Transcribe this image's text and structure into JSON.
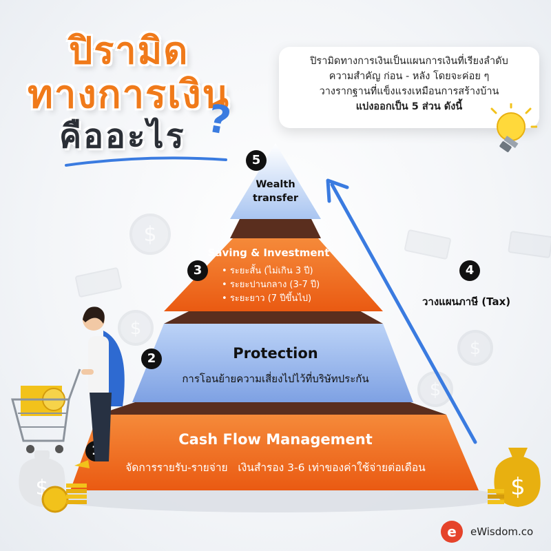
{
  "title": {
    "line1": "ปิรามิด",
    "line2": "ทางการเงิน",
    "line3": "คืออะไร",
    "question_mark": "?"
  },
  "info_box": {
    "line1": "ปิรามิดทางการเงินเป็นแผนการเงินที่เรียงลำดับ",
    "line2": "ความสำคัญ ก่อน - หลัง โดยจะค่อย ๆ",
    "line3": "วางรากฐานที่แข็งแรงเหมือนการสร้างบ้าน",
    "line4": "แบ่งออกเป็น 5 ส่วน ดังนี้"
  },
  "levels": {
    "l1": {
      "number": "1",
      "title": "Cash Flow Management",
      "subtitle": "จัดการรายรับ-รายจ่าย   เงินสำรอง 3-6 เท่าของค่าใช้จ่ายต่อเดือน"
    },
    "l2": {
      "number": "2",
      "title": "Protection",
      "subtitle": "การโอนย้ายความเสี่ยงไปไว้ที่บริษัทประกัน"
    },
    "l3": {
      "number": "3",
      "title": "Saving & Investment",
      "items": [
        "ระยะสั้น (ไม่เกิน 3 ปี)",
        "ระยะปานกลาง (3-7 ปี)",
        "ระยะยาว (7 ปีขึ้นไป)"
      ]
    },
    "l4": {
      "number": "4",
      "label": "วางแผนภาษี (Tax)"
    },
    "l5": {
      "number": "5",
      "title_line1": "Wealth",
      "title_line2": "transfer"
    }
  },
  "bullet": "•",
  "money_symbol": "$",
  "brand": {
    "name": "eWisdom.co",
    "logo_letter": "e"
  },
  "colors": {
    "orange": "#f07a1a",
    "orange_dark": "#c24a12",
    "blue_level": "#8fb0ea",
    "blue_arrow": "#3a7be0",
    "brown_shadow": "#5a2e1e",
    "gold": "#f2c21b"
  },
  "icons": [
    "lightbulb-icon",
    "dollar-coin-icon",
    "banknote-icon",
    "money-bag-icon",
    "shopping-cart-icon",
    "arrow-up-icon"
  ]
}
